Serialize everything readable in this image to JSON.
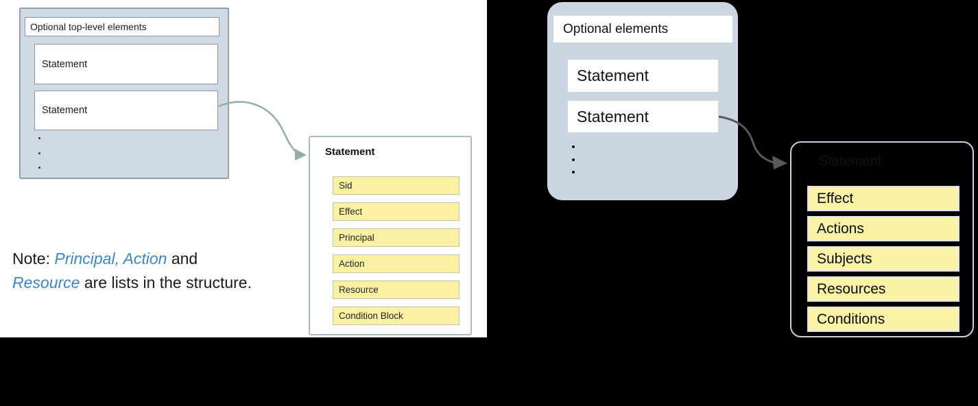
{
  "colors": {
    "page_background": "#000000",
    "left_panel_background": "#ffffff",
    "left_container_fill": "#cfd9e5",
    "right_container_fill": "#ccd5e2",
    "field_fill_yellow": "#faf2a2",
    "note_accent_blue": "#3a87c8",
    "left_arrow": "#94aca4",
    "right_arrow": "#595959"
  },
  "left_figure": {
    "policy_box": {
      "optional_label": "Optional top-level elements",
      "statements": [
        "Statement",
        "Statement"
      ]
    },
    "statement_detail": {
      "title": "Statement",
      "fields": [
        "Sid",
        "Effect",
        "Principal",
        "Action",
        "Resource",
        "Condition Block"
      ]
    },
    "caption": ""
  },
  "right_figure": {
    "policy_box": {
      "optional_label": "Optional elements",
      "statements": [
        "Statement",
        "Statement"
      ]
    },
    "statement_detail": {
      "title": "Statement",
      "fields": [
        "Effect",
        "Actions",
        "Subjects",
        "Resources",
        "Conditions"
      ]
    },
    "caption": ""
  },
  "note": {
    "line1_prefix": "Note: ",
    "line1_emphasis": "Principal, Action",
    "line1_suffix": " and",
    "line2_emphasis": "Resource",
    "line2_suffix": " are lists in the structure."
  }
}
